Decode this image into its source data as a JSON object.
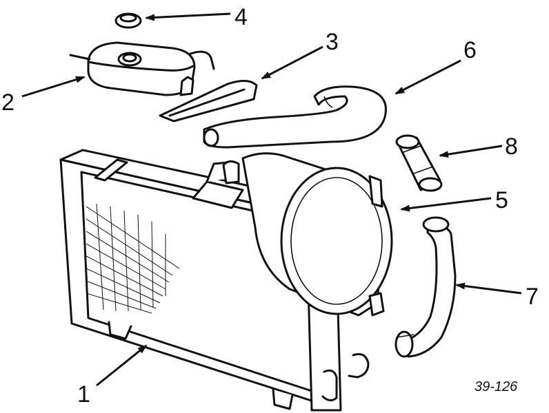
{
  "diagram": {
    "reference_code": "39-126",
    "callouts": [
      {
        "id": "1",
        "label": "1"
      },
      {
        "id": "2",
        "label": "2"
      },
      {
        "id": "3",
        "label": "3"
      },
      {
        "id": "4",
        "label": "4"
      },
      {
        "id": "5",
        "label": "5"
      },
      {
        "id": "6",
        "label": "6"
      },
      {
        "id": "7",
        "label": "7"
      },
      {
        "id": "8",
        "label": "8"
      }
    ],
    "colors": {
      "ink": "#111111",
      "paper": "#ffffff"
    }
  }
}
